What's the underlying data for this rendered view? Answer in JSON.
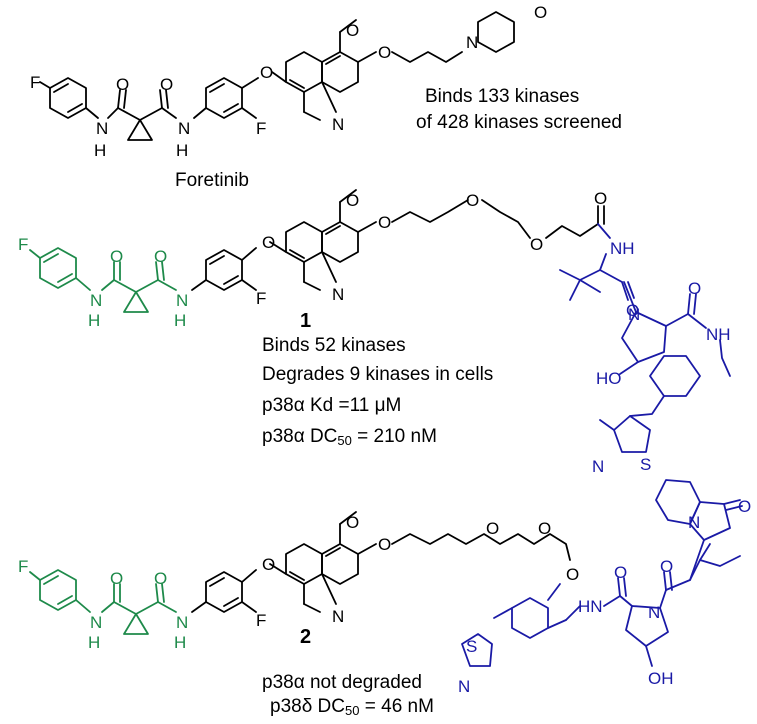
{
  "colors": {
    "warhead": "#1e8a4a",
    "ligand": "#1a1aa6",
    "core": "#000000"
  },
  "foretinib": {
    "name": "Foretinib",
    "binding_line1": "Binds 133 kinases",
    "binding_line2": "of 428 kinases screened"
  },
  "compound1": {
    "label": "1",
    "line1": "Binds 52 kinases",
    "line2": "Degrades 9 kinases in cells",
    "kd_prefix": "p38α Kd =",
    "kd_value": "11 μM",
    "dc_prefix": "p38α DC",
    "dc_sub": "50",
    "dc_value": " = 210 nM"
  },
  "compound2": {
    "label": "2",
    "line1": "p38α not degraded",
    "dc_prefix": "p38δ  DC",
    "dc_sub": "50",
    "dc_value": " = 46 nM"
  },
  "atoms": {
    "F": "F",
    "O": "O",
    "N": "N",
    "H": "H",
    "S": "S",
    "NH": "NH",
    "HN": "HN",
    "HO": "HO",
    "OH": "OH"
  }
}
